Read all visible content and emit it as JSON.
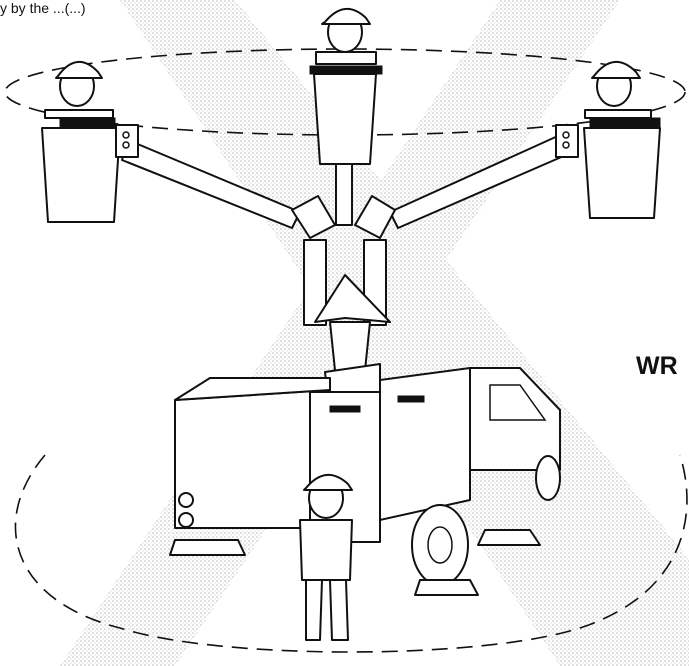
{
  "top_caption": "y by the ...(...)",
  "side_label": "WR",
  "colors": {
    "ink": "#111111",
    "hazard_shading": "#d9d9d9",
    "background": "#ffffff"
  },
  "figure": {
    "subject": "bucket-truck-work-zone",
    "workers_in_buckets": 3,
    "ground_workers": 1
  }
}
